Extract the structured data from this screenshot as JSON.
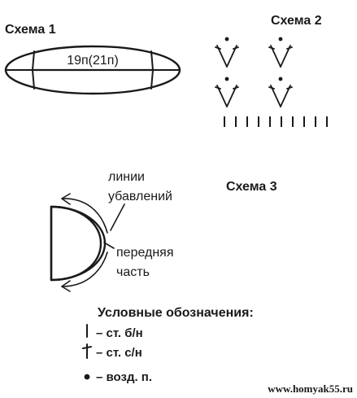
{
  "scheme1": {
    "title": "Схема 1",
    "label": "19п(21п)"
  },
  "scheme2": {
    "title": "Схема 2"
  },
  "scheme3": {
    "title": "Схема 3",
    "decrease_lines_label_line1": "линии",
    "decrease_lines_label_line2": "убавлений",
    "front_part_label_line1": "передняя",
    "front_part_label_line2": "часть"
  },
  "legend": {
    "title": "Условные обозначения:",
    "items": [
      {
        "symbol": "single-crochet-symbol",
        "text": "– ст. б/н"
      },
      {
        "symbol": "double-crochet-symbol",
        "text": "– ст. с/н"
      },
      {
        "symbol": "chain-stitch-symbol",
        "text": "– возд. п."
      }
    ]
  },
  "watermark": "www.homyak55.ru"
}
